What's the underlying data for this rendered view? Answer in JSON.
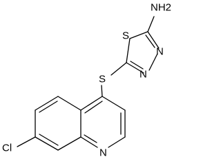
{
  "molecule": {
    "atoms": {
      "amine": "NH2",
      "thiadiazole_s": "S",
      "thiadiazole_n1": "N",
      "thiadiazole_n2": "N",
      "thioether_s": "S",
      "quinoline_n": "N",
      "chloro": "Cl"
    },
    "colors": {
      "bond": "#000000",
      "atom_label": "#000000",
      "background": "#ffffff"
    }
  }
}
